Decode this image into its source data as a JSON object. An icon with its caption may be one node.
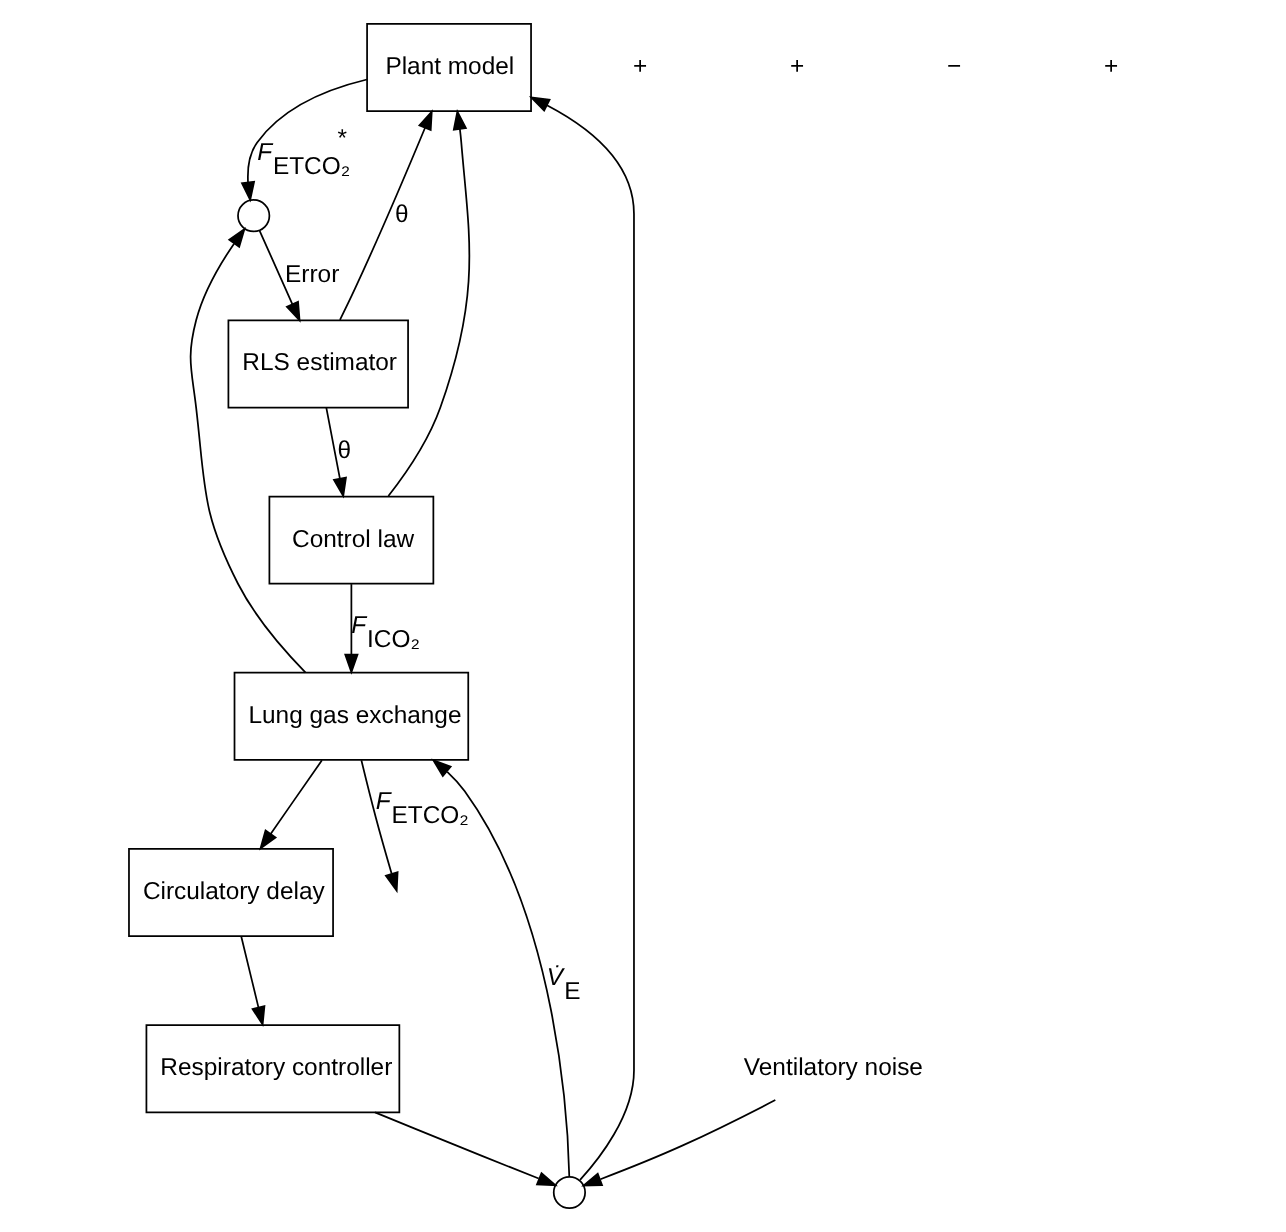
{
  "diagram": {
    "nodes": [
      {
        "text": [
          "Plant model"
        ]
      },
      {
        "text": [],
        "shape": "circle"
      },
      {
        "text": [
          "RLS estimator"
        ]
      },
      {
        "text": [
          "Control law"
        ]
      },
      {
        "text": [
          "Ventilatory noise"
        ]
      },
      {
        "text": [],
        "shape": "circle"
      },
      {
        "text": [
          "Lung gas exchange"
        ]
      },
      {
        "text": [
          "Respiratory controller"
        ]
      },
      {
        "text": [
          "Circulatory delay"
        ]
      }
    ],
    "edges": [
      {
        "from": 4,
        "to": 5,
        "arrow": "to"
      },
      {
        "from": 5,
        "to": 6,
        "arrow": "to",
        "label": "*V̇*$_{E}$"
      },
      {
        "from": 5,
        "to": 0,
        "arrow": "to"
      },
      {
        "from": 3,
        "to": 6,
        "arrow": "to",
        "label": "*F*$_{ICO₂}$"
      },
      {
        "from": 3,
        "to": 0,
        "arrow": "to"
      },
      {
        "from": 0,
        "to": 1,
        "arrow": "to",
        "label": "*F*$_{ETCO₂}$$^{*}$"
      },
      {
        "from": 6,
        "to": 1,
        "arrow": "to"
      },
      {
        "from": 6,
        "to": null,
        "arrow": "to",
        "label": "*F*$_{ETCO₂}$"
      },
      {
        "from": 6,
        "to": 8,
        "arrow": "to"
      },
      {
        "from": 1,
        "to": 2,
        "arrow": "to",
        "label": "Error"
      },
      {
        "from": 2,
        "to": 0,
        "arrow": "to",
        "label": "θ"
      },
      {
        "from": 2,
        "to": 3,
        "arrow": "to",
        "label": "θ"
      },
      {
        "from": 8,
        "to": 7,
        "arrow": "to"
      },
      {
        "from": 7,
        "to": 5,
        "arrow": "to"
      }
    ],
    "labels": [
      "+",
      "+",
      "−",
      "+"
    ]
  }
}
